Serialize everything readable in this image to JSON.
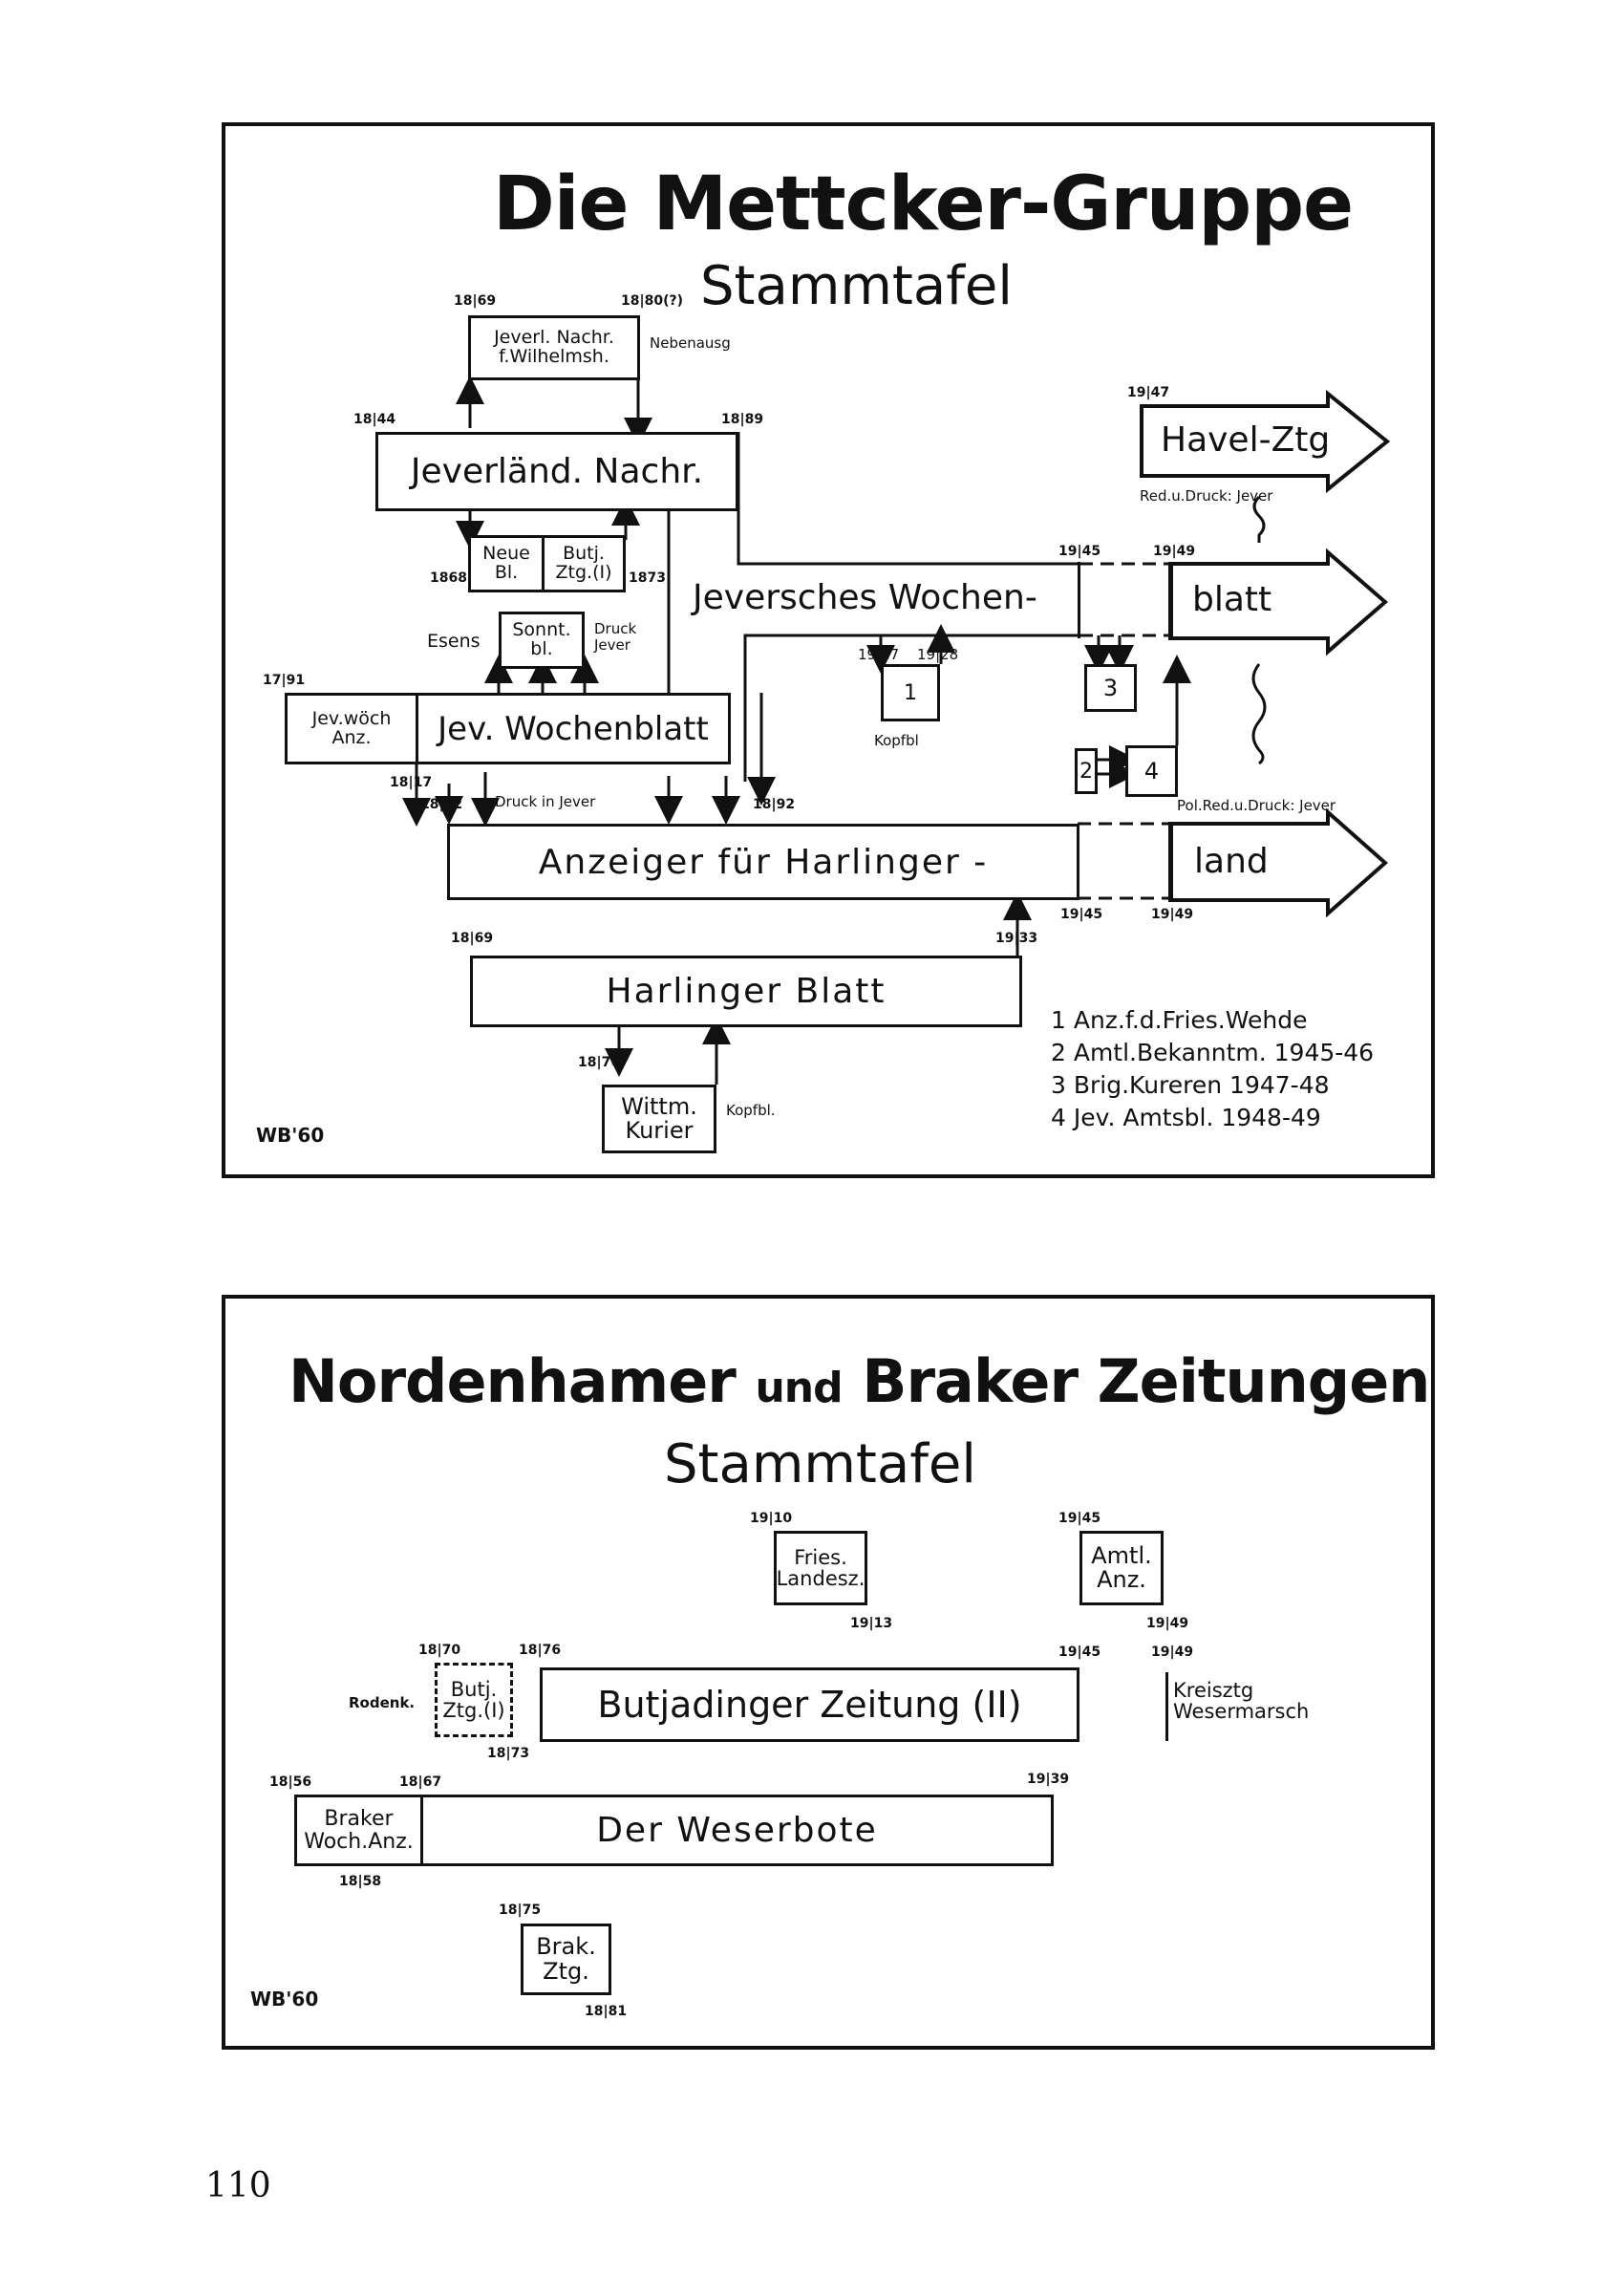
{
  "page_number": "110",
  "diagram1": {
    "title": "Die Mettcker-Gruppe",
    "subtitle": "Stammtafel",
    "signature": "WB'60",
    "boxes": {
      "jeverl_nachr_wilhelmsh": [
        "Jeverl. Nachr.",
        "f.Wilhelmsh."
      ],
      "nebenausg": "Nebenausg",
      "jeverland_nachr": "Jeverländ. Nachr.",
      "neue_bl": [
        "Neue",
        "Bl."
      ],
      "butj_ztg": [
        "Butj.",
        "Ztg.(I)"
      ],
      "sonnt_bl": [
        "Sonnt.",
        "bl."
      ],
      "esens": "Esens",
      "druck_jever": [
        "Druck",
        "Jever"
      ],
      "jev_woech_anz": [
        "Jev.wöch",
        "Anz."
      ],
      "jev_wochenblatt": "Jev. Wochenblatt",
      "jeversches_wochen": "Jeversches Wochen-",
      "blatt": "blatt",
      "havel_ztg": "Havel-Ztg",
      "red_druck_jever": "Red.u.Druck: Jever",
      "kopfbl_1": "Kopfbl",
      "anzeiger": "Anzeiger für Harlinger -",
      "land": "land",
      "pol_red_druck": "Pol.Red.u.Druck: Jever",
      "druck_in_jever": "Druck in Jever",
      "harlinger_blatt": "Harlinger Blatt",
      "wittm_kurier": [
        "Wittm.",
        "Kurier"
      ],
      "kopfbl_2": "Kopfbl.",
      "n1": "1",
      "n2": "2",
      "n3": "3",
      "n4": "4"
    },
    "years": {
      "y1869a": "18|69",
      "y1880": "18|80(?)",
      "y1844": "18|44",
      "y1889": "18|89",
      "y1868": "1868",
      "y1873": "1873",
      "y1791": "17|91",
      "y1817": "18|17",
      "y1862": "18|62",
      "y1892": "18|92",
      "y1927": "19|27",
      "y1928": "19|28",
      "y1945a": "19|45",
      "y1949a": "19|49",
      "y1947": "19|47",
      "y1945b": "19|45",
      "y1949b": "19|49",
      "y1869b": "18|69",
      "y1933": "19|33",
      "y1876": "18|76"
    },
    "legend": [
      "1  Anz.f.d.Fries.Wehde",
      "2  Amtl.Bekanntm. 1945-46",
      "3  Brig.Kureren 1947-48",
      "4  Jev. Amtsbl. 1948-49"
    ]
  },
  "diagram2": {
    "title_part1": "Nordenhamer",
    "title_part2": "und",
    "title_part3": "Braker Zeitungen",
    "subtitle": "Stammtafel",
    "signature": "WB'60",
    "boxes": {
      "fries_landesz": [
        "Fries.",
        "Landesz."
      ],
      "amtl_anz": [
        "Amtl.",
        "Anz."
      ],
      "rodenk": "Rodenk.",
      "butj_ztg_i": [
        "Butj.",
        "Ztg.(I)"
      ],
      "butjadinger_zeitung": "Butjadinger Zeitung (II)",
      "kreisztg": [
        "Kreisztg",
        "Wesermarsch"
      ],
      "braker_woch_anz": [
        "Braker",
        "Woch.Anz."
      ],
      "der_weserbote": "Der Weserbote",
      "brak_ztg": [
        "Brak.",
        "Ztg."
      ]
    },
    "years": {
      "y1910": "19|10",
      "y1913": "19|13",
      "y1945a": "19|45",
      "y1949a": "19|49",
      "y1870": "18|70",
      "y1876": "18|76",
      "y1945b": "19|45",
      "y1949b": "19|49",
      "y1873": "18|73",
      "y1856": "18|56",
      "y1867": "18|67",
      "y1939": "19|39",
      "y1858": "18|58",
      "y1875": "18|75",
      "y1881": "18|81"
    }
  }
}
